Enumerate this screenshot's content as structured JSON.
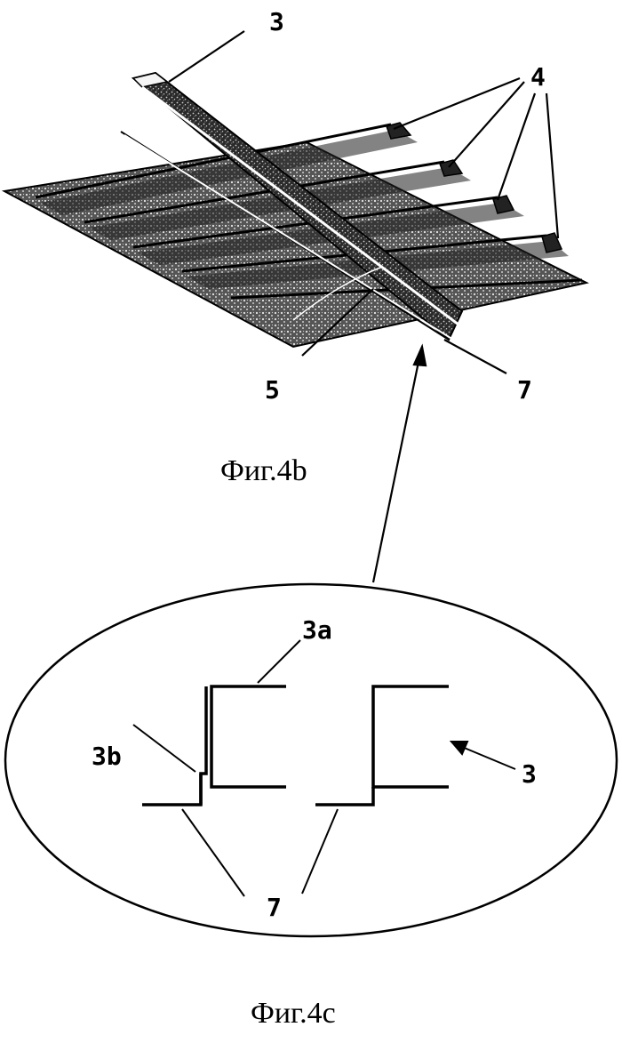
{
  "fig4b": {
    "caption": "Фиг.4b",
    "labels": {
      "beam": "3",
      "corrugations": "4",
      "joint": "5",
      "flange": "7"
    }
  },
  "fig4c": {
    "caption": "Фиг.4c",
    "labels": {
      "upper_part": "3a",
      "web_part": "3b",
      "profile": "3",
      "flange": "7"
    }
  },
  "colors": {
    "ink": "#000000",
    "paper": "#ffffff",
    "texture": "#3a3a3a"
  }
}
